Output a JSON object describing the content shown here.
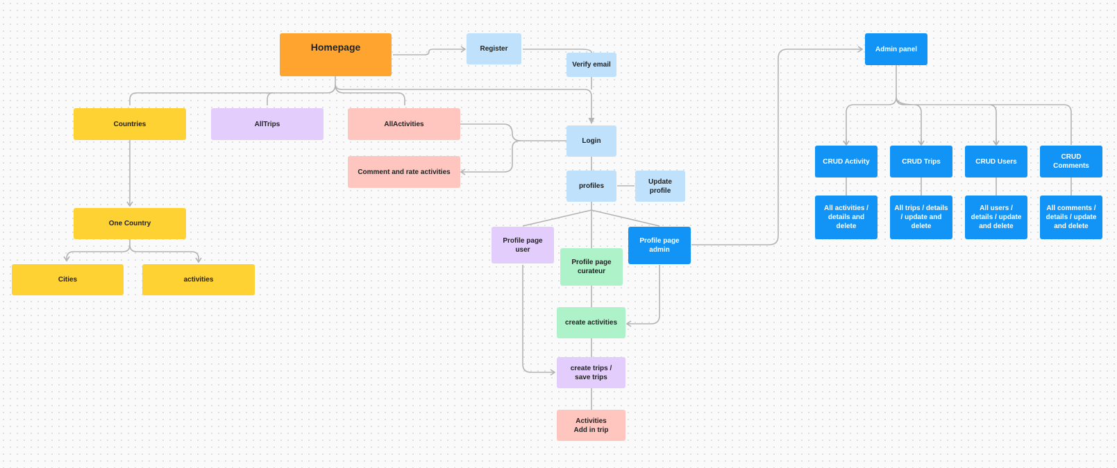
{
  "colors": {
    "orange": "#ffa52f",
    "yellow": "#ffd234",
    "lavender": "#e3cdfc",
    "pink": "#ffc6c0",
    "light_blue": "#bfe1fb",
    "mint": "#aef2c9",
    "blue": "#1294f6",
    "connector": "#b3b3b3"
  },
  "nodes": {
    "homepage": "Homepage",
    "register": "Register",
    "verify_email": "Verify email",
    "countries": "Countries",
    "alltrips": "AllTrips",
    "allactivities": "AllActivities",
    "comment_rate": "Comment and rate activities",
    "login": "Login",
    "one_country": "One Country",
    "cities": "Cities",
    "activities": "activities",
    "profiles": "profiles",
    "update_profile": "Update\nprofile",
    "profile_user": "Profile page\nuser",
    "profile_curateur": "Profile page\ncurateur",
    "profile_admin": "Profile page\nadmin",
    "create_activities": "create activities",
    "create_trips": "create trips /\nsave trips",
    "activities_add": "Activities\nAdd in trip",
    "admin_panel": "Admin panel",
    "crud_activity": "CRUD Activity",
    "crud_trips": "CRUD Trips",
    "crud_users": "CRUD Users",
    "crud_comments": "CRUD\nComments",
    "all_activities": "All activities /\ndetails  and\ndelete",
    "all_trips": "All trips / details\n/ update and\ndelete",
    "all_users": "All users /\ndetails / update\nand delete",
    "all_comments": "All comments /\ndetails / update\nand delete"
  }
}
